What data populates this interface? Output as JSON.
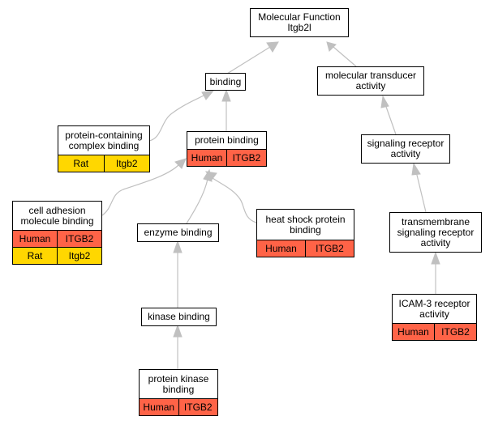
{
  "colors": {
    "human": "#ff6347",
    "rat": "#ffd700",
    "edge": "#c0c0c0",
    "border": "#000000"
  },
  "nodes": {
    "mf": {
      "label": "Molecular Function\nItgb2l"
    },
    "binding": {
      "label": "binding"
    },
    "mta": {
      "label": "molecular transducer\nactivity"
    },
    "pcb": {
      "label": "protein-containing\ncomplex binding",
      "rows": [
        [
          "Rat",
          "Itgb2"
        ]
      ]
    },
    "pb": {
      "label": "protein binding",
      "rows": [
        [
          "Human",
          "ITGB2"
        ]
      ]
    },
    "sra": {
      "label": "signaling receptor\nactivity"
    },
    "cam": {
      "label": "cell adhesion\nmolecule binding",
      "rows": [
        [
          "Human",
          "ITGB2"
        ],
        [
          "Rat",
          "Itgb2"
        ]
      ]
    },
    "eb": {
      "label": "enzyme binding"
    },
    "hsp": {
      "label": "heat shock protein\nbinding",
      "rows": [
        [
          "Human",
          "ITGB2"
        ]
      ]
    },
    "tsra": {
      "label": "transmembrane\nsignaling receptor\nactivity"
    },
    "kb": {
      "label": "kinase binding"
    },
    "icam": {
      "label": "ICAM-3 receptor\nactivity",
      "rows": [
        [
          "Human",
          "ITGB2"
        ]
      ]
    },
    "pkb": {
      "label": "protein kinase\nbinding",
      "rows": [
        [
          "Human",
          "ITGB2"
        ]
      ]
    }
  }
}
